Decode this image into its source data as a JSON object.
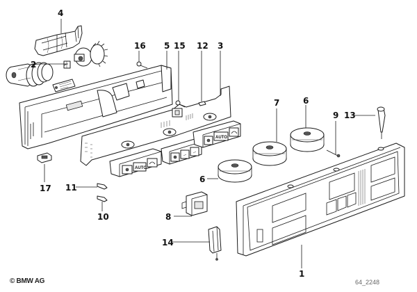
{
  "diagram": {
    "callouts": [
      {
        "id": "1",
        "label": "1"
      },
      {
        "id": "2",
        "label": "2"
      },
      {
        "id": "3",
        "label": "3"
      },
      {
        "id": "4",
        "label": "4"
      },
      {
        "id": "5",
        "label": "5"
      },
      {
        "id": "6a",
        "label": "6"
      },
      {
        "id": "6b",
        "label": "6"
      },
      {
        "id": "7",
        "label": "7"
      },
      {
        "id": "8",
        "label": "8"
      },
      {
        "id": "9",
        "label": "9"
      },
      {
        "id": "10",
        "label": "10"
      },
      {
        "id": "11",
        "label": "11"
      },
      {
        "id": "12",
        "label": "12"
      },
      {
        "id": "13",
        "label": "13"
      },
      {
        "id": "14",
        "label": "14"
      },
      {
        "id": "15",
        "label": "15"
      },
      {
        "id": "16",
        "label": "16"
      },
      {
        "id": "17",
        "label": "17"
      }
    ],
    "button_labels": {
      "auto_left": "AUTO",
      "auto_right": "AUTO"
    }
  },
  "footer": {
    "copyright": "© BMW AG",
    "diagram_code": "64_2248"
  }
}
